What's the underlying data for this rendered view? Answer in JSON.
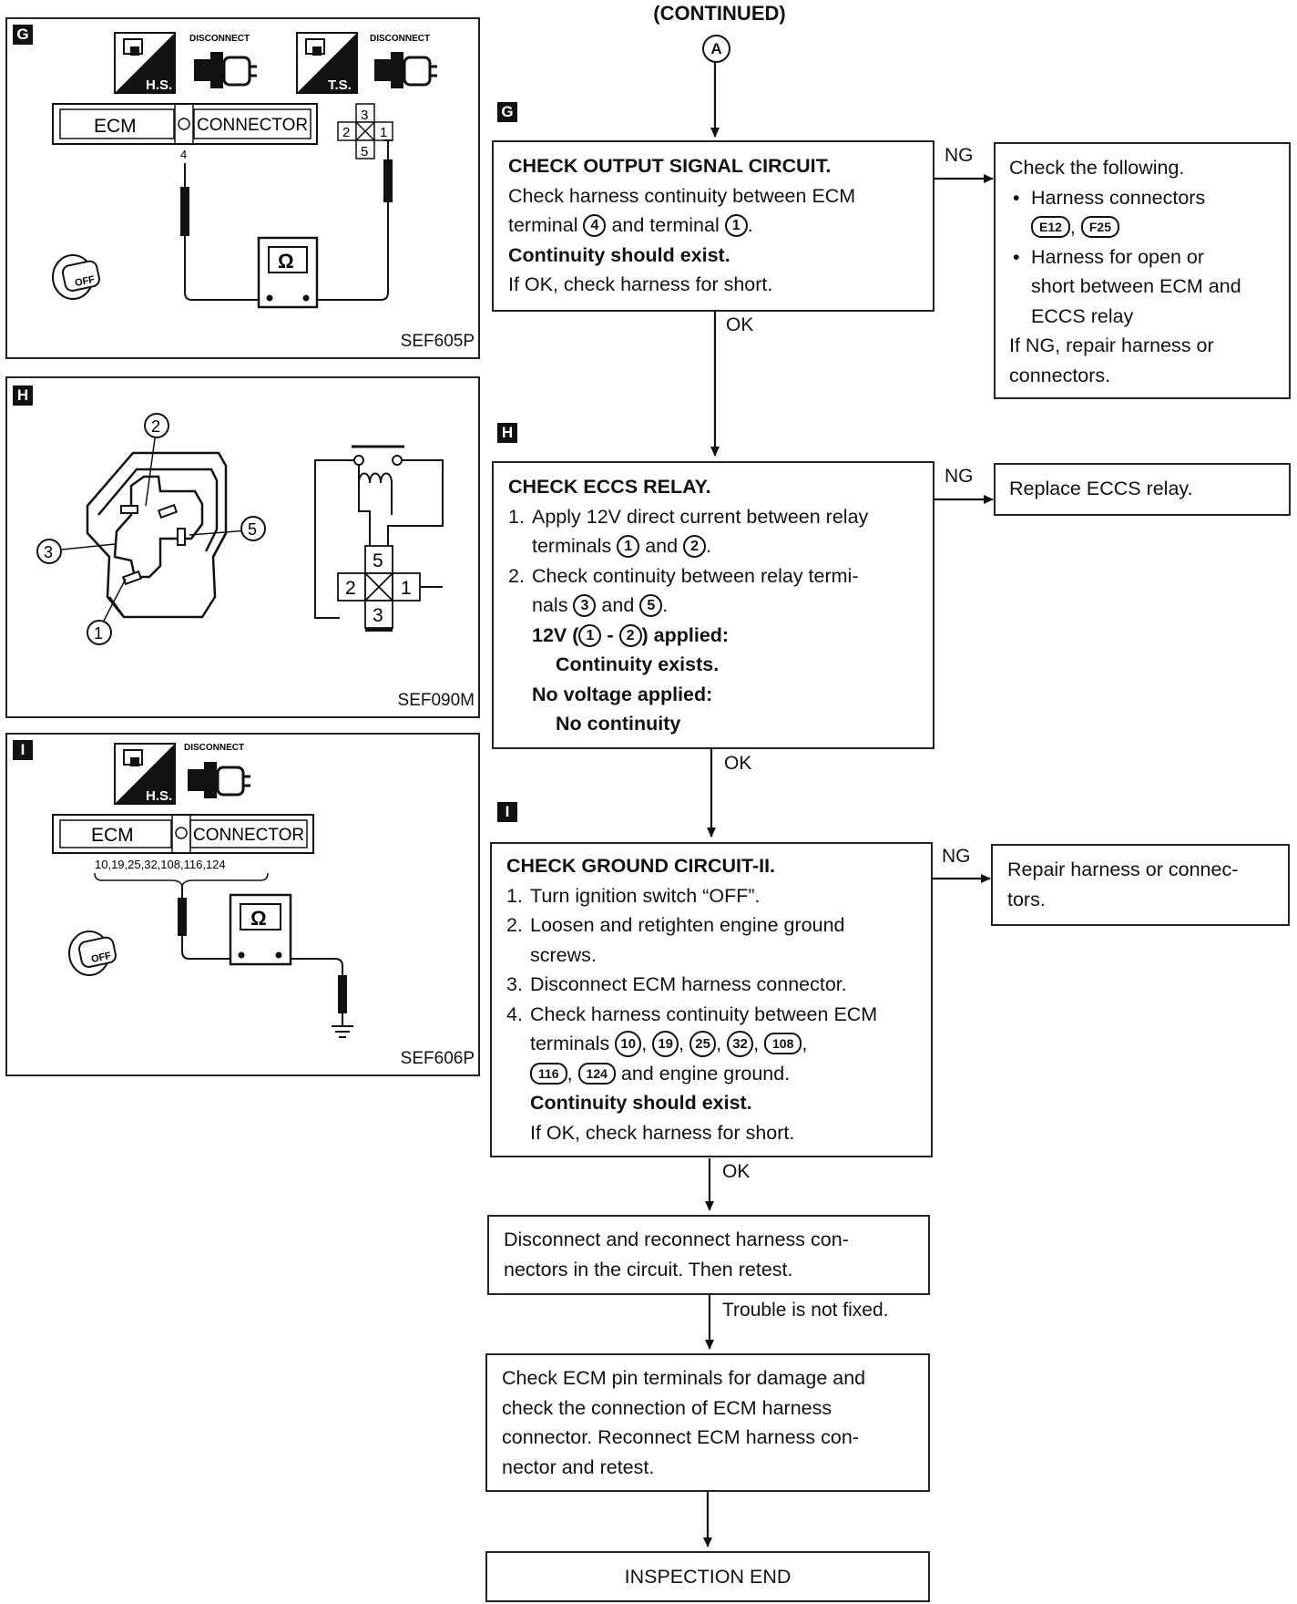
{
  "header": {
    "continued": "(CONTINUED)",
    "connector": "A"
  },
  "panels": {
    "g": {
      "tag": "G",
      "ref": "SEF605P",
      "hs_label": "H.S.",
      "ts_label": "T.S.",
      "disconnect_1": "DISCONNECT",
      "disconnect_2": "DISCONNECT",
      "ecm_label": "ECM",
      "connector_label": "CONNECTOR",
      "ecm_terminal": "4",
      "relay_pins": [
        "3",
        "2",
        "1",
        "5"
      ],
      "ohm": "Ω",
      "off": "OFF"
    },
    "h": {
      "tag": "H",
      "ref": "SEF090M",
      "callouts": [
        "2",
        "3",
        "5",
        "1"
      ],
      "relay_pins": [
        "5",
        "2",
        "1",
        "3"
      ]
    },
    "i": {
      "tag": "I",
      "ref": "SEF606P",
      "hs_label": "H.S.",
      "disconnect": "DISCONNECT",
      "ecm_label": "ECM",
      "connector_label": "CONNECTOR",
      "terminals": "10,19,25,32,108,116,124",
      "ohm": "Ω",
      "off": "OFF"
    }
  },
  "flow": {
    "step_g": {
      "tag": "G",
      "title": "CHECK OUTPUT SIGNAL CIRCUIT.",
      "line1": "Check harness continuity between ECM",
      "t_terminal": "terminal",
      "t4": "4",
      "t_and": "and terminal",
      "t1": "1",
      "bold": "Continuity should exist.",
      "last": "If OK, check harness for short.",
      "ng": "NG",
      "ok": "OK"
    },
    "ng_g": {
      "title": "Check the following.",
      "b1": "Harness connectors",
      "c1": "E12",
      "c2": "F25",
      "b2a": "Harness for open or",
      "b2b": "short between ECM and",
      "b2c": "ECCS relay",
      "l1": "If NG, repair harness or",
      "l2": "connectors."
    },
    "step_h": {
      "tag": "H",
      "title": "CHECK ECCS RELAY.",
      "s1a": "Apply 12V direct current between relay",
      "s1b": "terminals",
      "n1": "1",
      "and1": "and",
      "n2": "2",
      "s2a": "Check continuity between relay termi-",
      "s2b": "nals",
      "n3": "3",
      "and2": "and",
      "n5": "5",
      "v_pre": "12V (",
      "v_n1": "1",
      "v_dash": "-",
      "v_n2": "2",
      "v_post": ") applied:",
      "cont_exists": "Continuity exists.",
      "novolt": "No voltage applied:",
      "nocont": "No continuity",
      "ng": "NG",
      "ok": "OK"
    },
    "ng_h": {
      "text": "Replace ECCS relay."
    },
    "step_i": {
      "tag": "I",
      "title": "CHECK GROUND CIRCUIT-II.",
      "s1": "Turn ignition switch “OFF”.",
      "s2a": "Loosen and retighten engine ground",
      "s2b": "screws.",
      "s3": "Disconnect ECM harness connector.",
      "s4a": "Check harness continuity between ECM",
      "s4b": "terminals",
      "t10": "10",
      "t19": "19",
      "t25": "25",
      "t32": "32",
      "t108": "108",
      "t116": "116",
      "t124": "124",
      "s4c": "and engine ground.",
      "bold": "Continuity should exist.",
      "last": "If OK, check harness for short.",
      "ng": "NG",
      "ok": "OK"
    },
    "ng_i": {
      "l1": "Repair harness or connec-",
      "l2": "tors."
    },
    "retest": {
      "l1": "Disconnect and reconnect harness con-",
      "l2": "nectors in the circuit. Then retest."
    },
    "trouble": "Trouble is not fixed.",
    "final_check": {
      "l1": "Check ECM pin terminals for damage and",
      "l2": "check the connection of ECM harness",
      "l3": "connector. Reconnect ECM harness con-",
      "l4": "nector and retest."
    },
    "end": "INSPECTION END"
  }
}
